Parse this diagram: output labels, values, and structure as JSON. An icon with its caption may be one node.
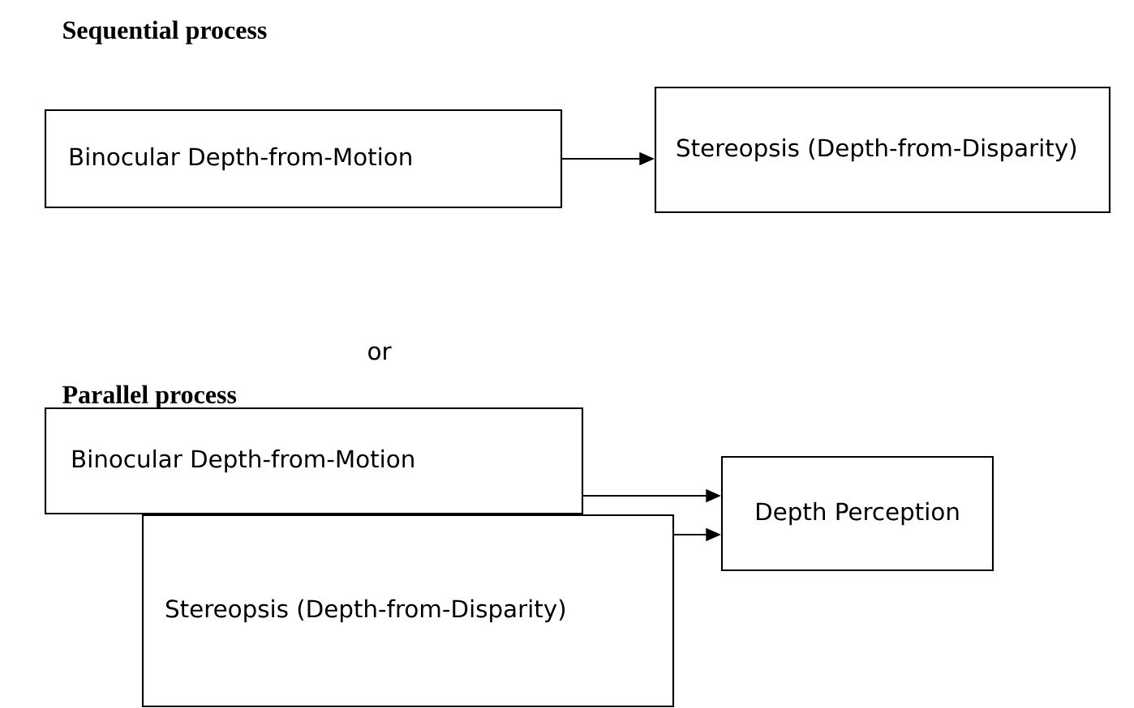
{
  "diagram": {
    "nodes": [
      {
        "text": [
          "Binocular Depth-from-Motion"
        ]
      },
      {
        "text": [
          "Stereopsis (Depth-from-Disparity)"
        ]
      },
      {
        "text": [
          "Binocular Depth-from-Motion"
        ]
      },
      {
        "text": [
          "Depth Perception"
        ]
      },
      {
        "text": [
          "Stereopsis (Depth-from-Disparity)"
        ]
      }
    ],
    "edges": [
      {
        "from": 0,
        "to": 1,
        "arrow": "to"
      },
      {
        "from": 2,
        "to": 3,
        "arrow": "to"
      },
      {
        "from": 4,
        "to": 3,
        "arrow": "to"
      }
    ],
    "labels": [
      "Sequential process",
      "or",
      "Parallel process"
    ]
  }
}
